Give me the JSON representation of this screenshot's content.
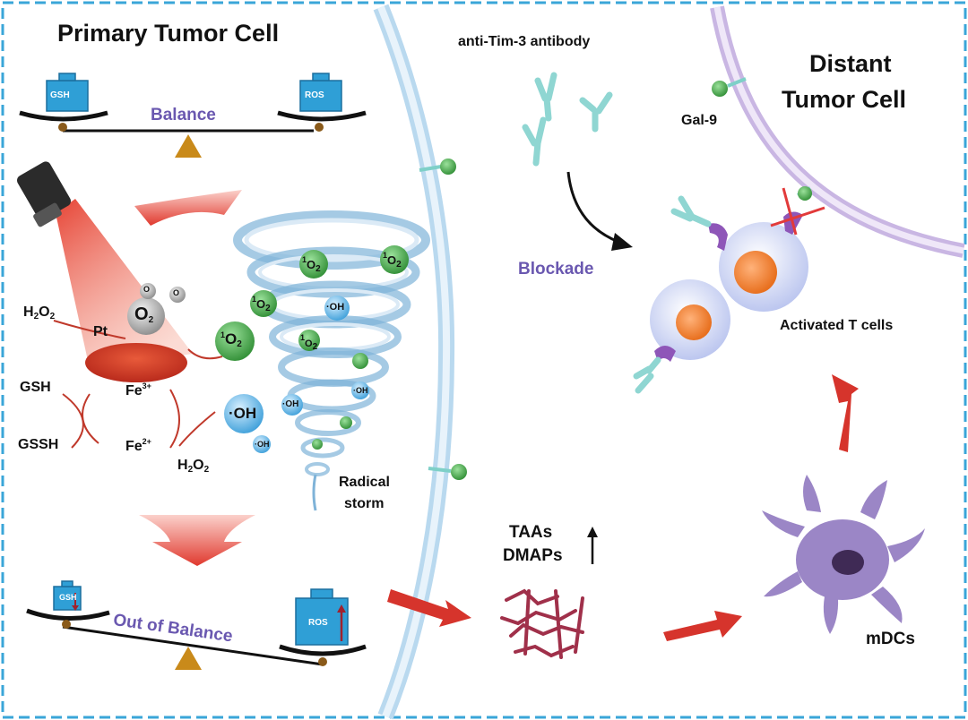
{
  "figure": {
    "primary_title": "Primary Tumor Cell",
    "distant_title_line1": "Distant",
    "distant_title_line2": "Tumor Cell",
    "balance_label": "Balance",
    "out_of_balance_label": "Out of Balance",
    "weight_gsh": "GSH",
    "weight_ros": "ROS",
    "antibody_label": "anti-Tim-3 antibody",
    "gal9_label": "Gal-9",
    "blockade_label": "Blockade",
    "activated_label": "Activated T cells",
    "radical_line1": "Radical",
    "radical_line2": "storm",
    "taas_label": "TAAs",
    "dmaps_label": "DMAPs",
    "mdcs_label": "mDCs",
    "gsh_label": "GSH",
    "gssh_label": "GSSH",
    "pt_label": "Pt",
    "h2o2_left": {
      "base": "H",
      "sub1": "2",
      "mid": "O",
      "sub2": "2"
    },
    "h2o2_bottom": {
      "base": "H",
      "sub1": "2",
      "mid": "O",
      "sub2": "2"
    },
    "fe3": {
      "base": "Fe",
      "sup": "3+"
    },
    "fe2": {
      "base": "Fe",
      "sup": "2+"
    },
    "o2_big": {
      "base": "O",
      "sub": "2"
    },
    "o2_small": "O",
    "singlet_o2": {
      "sup": "1",
      "base": "O",
      "sub": "2"
    },
    "hydroxyl": "·OH"
  },
  "colors": {
    "frame": "#3aa6d8",
    "membrane": "#b9d9ef",
    "distant_membrane": "#c9b6e3",
    "weight": "#2f9fd6",
    "accent_purple": "#6a58b0",
    "arrow_red": "#d6342c",
    "singlet_green": "#3a9a3a",
    "hydroxyl_blue": "#4aa6de",
    "antibody": "#8fd6d2",
    "tcell_core": "#f08a3c",
    "dc_purple": "#9b86c6"
  }
}
